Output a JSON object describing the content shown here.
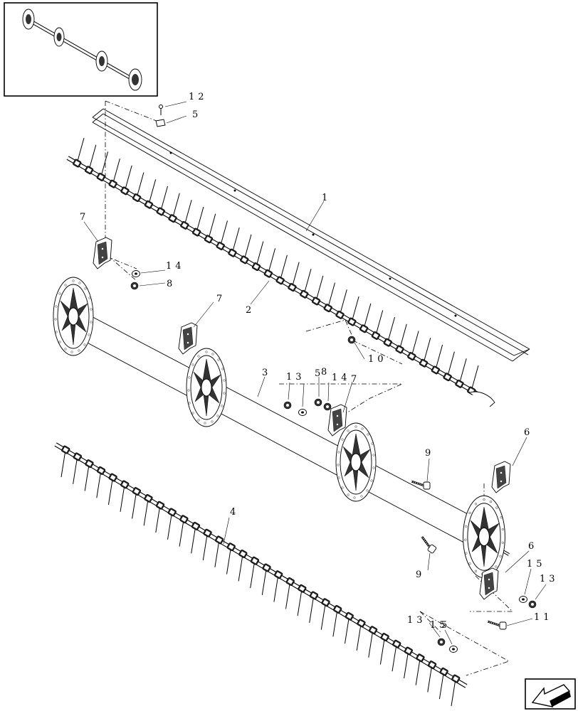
{
  "callouts": [
    {
      "id": "c1",
      "text": "1"
    },
    {
      "id": "c2",
      "text": "2"
    },
    {
      "id": "c3",
      "text": "3"
    },
    {
      "id": "c4",
      "text": "4"
    },
    {
      "id": "c5a",
      "text": "5"
    },
    {
      "id": "c5b",
      "text": "5"
    },
    {
      "id": "c5c",
      "text": "5"
    },
    {
      "id": "c6a",
      "text": "6"
    },
    {
      "id": "c6b",
      "text": "6"
    },
    {
      "id": "c7a",
      "text": "7"
    },
    {
      "id": "c7b",
      "text": "7"
    },
    {
      "id": "c7c",
      "text": "7"
    },
    {
      "id": "c8a",
      "text": "8"
    },
    {
      "id": "c8b",
      "text": "8"
    },
    {
      "id": "c9a",
      "text": "9"
    },
    {
      "id": "c9b",
      "text": "9"
    },
    {
      "id": "c10",
      "text": "10"
    },
    {
      "id": "c11",
      "text": "11"
    },
    {
      "id": "c12",
      "text": "12"
    },
    {
      "id": "c13a",
      "text": "13"
    },
    {
      "id": "c13b",
      "text": "13"
    },
    {
      "id": "c13c",
      "text": "13"
    },
    {
      "id": "c14a",
      "text": "14"
    },
    {
      "id": "c14b",
      "text": "14"
    },
    {
      "id": "c15a",
      "text": "15"
    },
    {
      "id": "c15b",
      "text": "15"
    }
  ],
  "icons": {
    "inset": "reel-overview-thumbnail",
    "nav": "back-arrow-icon"
  }
}
